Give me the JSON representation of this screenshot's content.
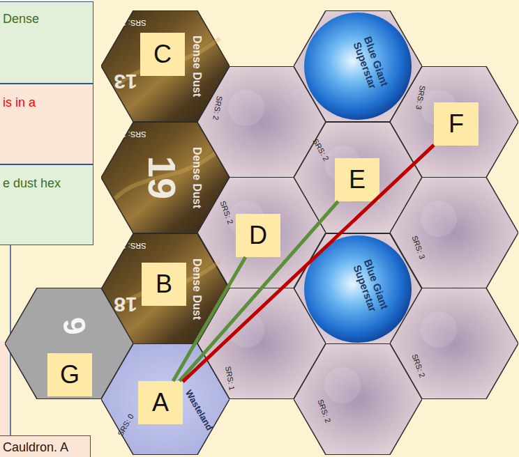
{
  "diagram": {
    "nodes": [
      {
        "text": [
          "Dense"
        ]
      },
      {
        "text": [
          "is in a"
        ]
      },
      {
        "text": [
          "e dust hex"
        ]
      },
      {
        "text": [
          "Dense Dust",
          "SRS: 1",
          "13"
        ]
      },
      {
        "text": [
          "C"
        ],
        "in": 3
      },
      {
        "text": [
          "Dense Dust",
          "SRS: 1",
          "19"
        ]
      },
      {
        "text": [
          "SRS: 2"
        ]
      },
      {
        "text": [
          "Blue Giant Superstar"
        ]
      },
      {
        "text": [
          "SRS: 3"
        ]
      },
      {
        "text": [
          "F"
        ],
        "in": 8
      },
      {
        "text": [
          "SRS: 2"
        ]
      },
      {
        "text": [
          "E"
        ],
        "in": 10
      },
      {
        "text": [
          "SRS: 2"
        ]
      },
      {
        "text": [
          "D"
        ],
        "in": 12
      },
      {
        "text": [
          "SRS: 3"
        ]
      },
      {
        "text": [
          "Dense Dust",
          "SRS: 1",
          "18"
        ]
      },
      {
        "text": [
          "B"
        ],
        "in": 15
      },
      {
        "text": [
          "Blue Giant Superstar"
        ]
      },
      {
        "text": [
          "6"
        ]
      },
      {
        "text": [
          "G"
        ],
        "in": 18
      },
      {
        "text": [
          "SRS: 1"
        ]
      },
      {
        "text": [
          "SRS: 2"
        ]
      },
      {
        "text": [
          "Wasteland",
          "SRS: 0"
        ]
      },
      {
        "text": [
          "A"
        ],
        "in": 22
      },
      {
        "text": [
          "SRS: 2"
        ]
      },
      {
        "text": [
          "Cauldron. A"
        ]
      }
    ],
    "edges": [
      {
        "from": 23,
        "to": 13,
        "arrow": "none"
      },
      {
        "from": 23,
        "to": 11,
        "arrow": "none"
      },
      {
        "from": 23,
        "to": 9,
        "arrow": "none"
      }
    ]
  }
}
